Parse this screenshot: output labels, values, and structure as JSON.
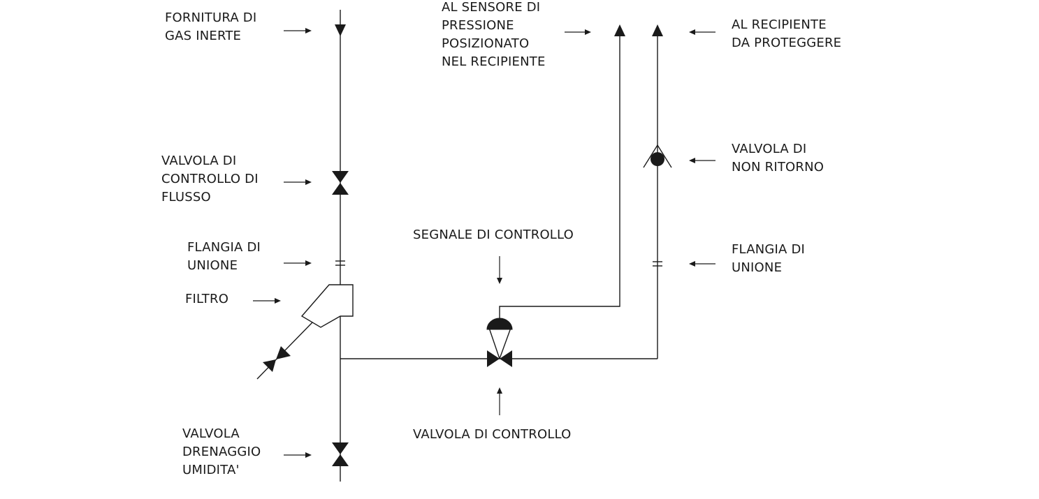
{
  "labels": {
    "gas_supply": [
      "FORNITURA DI",
      "GAS INERTE"
    ],
    "flow_valve": [
      "VALVOLA DI",
      "CONTROLLO DI",
      "FLUSSO"
    ],
    "union_flange_left": [
      "FLANGIA DI",
      "UNIONE"
    ],
    "filter": [
      "FILTRO"
    ],
    "drain_valve": [
      "VALVOLA",
      "DRENAGGIO",
      "UMIDITA'"
    ],
    "pressure_sensor": [
      "AL SENSORE DI",
      "PRESSIONE",
      "POSIZIONATO",
      "NEL RECIPIENTE"
    ],
    "vessel": [
      "AL RECIPIENTE",
      "DA PROTEGGERE"
    ],
    "check_valve": [
      "VALVOLA DI",
      "NON RITORNO"
    ],
    "union_flange_right": [
      "FLANGIA DI",
      "UNIONE"
    ],
    "control_signal": [
      "SEGNALE DI CONTROLLO"
    ],
    "control_valve": [
      "VALVOLA DI CONTROLLO"
    ]
  },
  "colors": {
    "stroke": "#1a1a1a",
    "background": "#ffffff"
  }
}
